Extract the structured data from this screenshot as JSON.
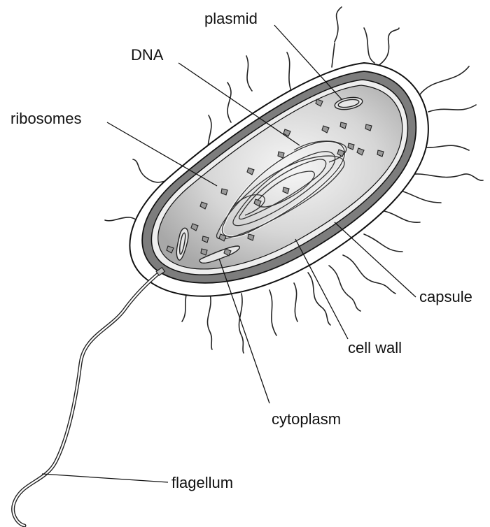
{
  "diagram": {
    "labels": {
      "plasmid": "plasmid",
      "dna": "DNA",
      "ribosomes": "ribosomes",
      "capsule": "capsule",
      "cell_wall": "cell wall",
      "cytoplasm": "cytoplasm",
      "flagellum": "flagellum"
    }
  }
}
